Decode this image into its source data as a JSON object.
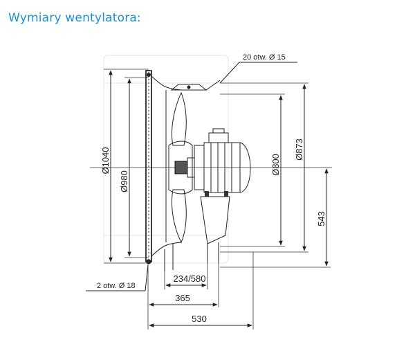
{
  "heading": "Wymiary wentylatora:",
  "dimensions": {
    "outer_diameter": "Ø1040",
    "inner_diameter": "Ø980",
    "motor_diameter": "Ø800",
    "mount_diameter": "Ø873",
    "height_543": "543",
    "width_234_580": "234/580",
    "width_365": "365",
    "width_530": "530"
  },
  "callouts": {
    "top_holes": "20 otw. Ø 15",
    "bottom_holes": "2 otw. Ø 18"
  }
}
